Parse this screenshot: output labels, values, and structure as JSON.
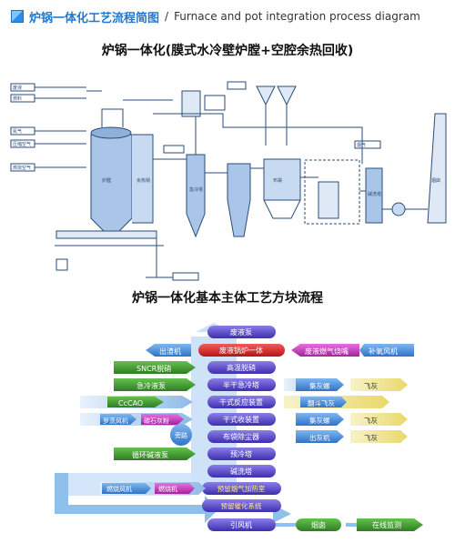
{
  "header": {
    "title_zh": "炉锅一体化工艺流程简图",
    "sep": " / ",
    "title_en": "Furnace and pot integration process diagram"
  },
  "diagram1": {
    "title": "炉锅一体化(膜式水冷壁炉膛+空腔余热回收)"
  },
  "diagram2": {
    "title": "炉锅一体化基本主体工艺方块流程",
    "center": [
      "废液泵",
      "废液锅炉一体",
      "高温脱硝",
      "半干急冷塔",
      "干式反应装置",
      "干式收装置",
      "布袋除尘器",
      "预冷塔",
      "碱洗塔",
      "预留烟气加热室",
      "预留催化系统",
      "引风机"
    ],
    "left_outs": [
      "出渣机",
      "SNCR脱硝",
      "急冷液泵",
      "CcCAO",
      "罗茨风机",
      "碳石灰粉",
      "循环碱液泵",
      "燃烧风机",
      "燃烧机"
    ],
    "round_label": "旁路",
    "right_ins": [
      "废液燃气烧嘴",
      "补氧风机"
    ],
    "right_outs": [
      "集灰螺",
      "飞灰",
      "翻斗飞灰",
      "集灰螺",
      "飞灰",
      "出灰机",
      "飞灰"
    ],
    "bottom": [
      "烟囱",
      "在线监测"
    ]
  }
}
